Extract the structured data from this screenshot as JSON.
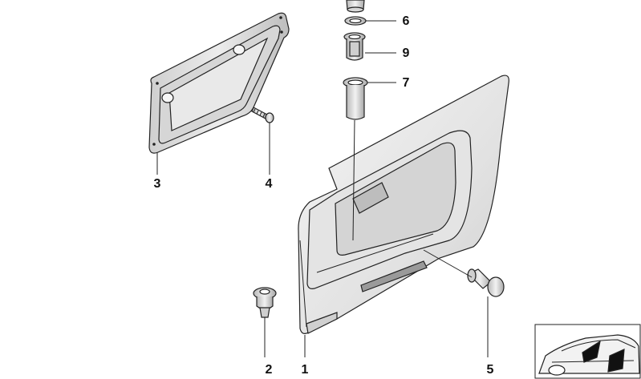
{
  "callouts": {
    "part_1": "1",
    "part_2": "2",
    "part_3": "3",
    "part_4": "4",
    "part_5": "5",
    "part_6": "6",
    "part_7": "7",
    "part_9": "9"
  },
  "colors": {
    "line": "#222222",
    "panel_light": "#efefef",
    "panel_mid": "#dcdcdc",
    "panel_dark": "#c4c4c4",
    "background": "#ffffff"
  }
}
